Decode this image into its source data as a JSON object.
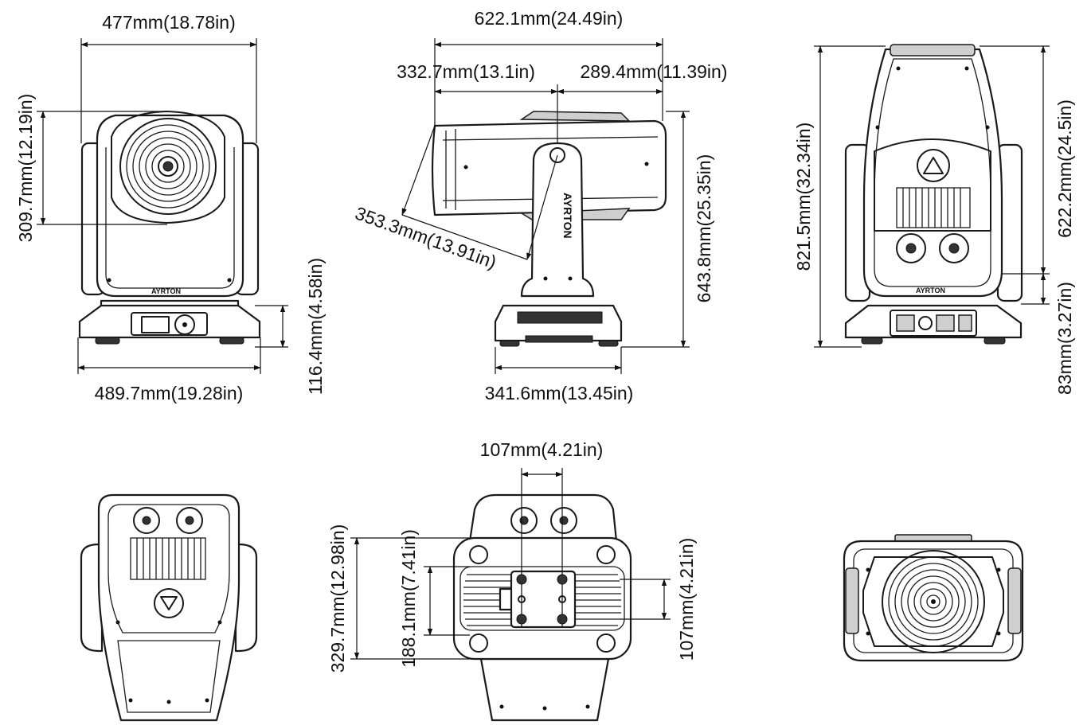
{
  "front_view": {
    "width": "477mm(18.78in)",
    "lens_height": "309.7mm(12.19in)",
    "base_width": "489.7mm(19.28in)",
    "base_height": "116.4mm(4.58in)"
  },
  "side_view": {
    "overall_length": "622.1mm(24.49in)",
    "front_length": "332.7mm(13.1in)",
    "rear_length": "289.4mm(11.39in)",
    "swing_radius": "353.3mm(13.91in)",
    "height": "643.8mm(25.35in)",
    "base_depth": "341.6mm(13.45in)"
  },
  "rear_view": {
    "overall_height": "821.5mm(32.34in)",
    "upper_height": "622.2mm(24.5in)",
    "lower_height": "83mm(3.27in)"
  },
  "bottom_view": {
    "clamp_spacing_h": "107mm(4.21in)",
    "base_length": "329.7mm(12.98in)",
    "inner_length": "188.1mm(7.41in)",
    "clamp_spacing_v": "107mm(4.21in)"
  },
  "brand_text": "AYRTON"
}
